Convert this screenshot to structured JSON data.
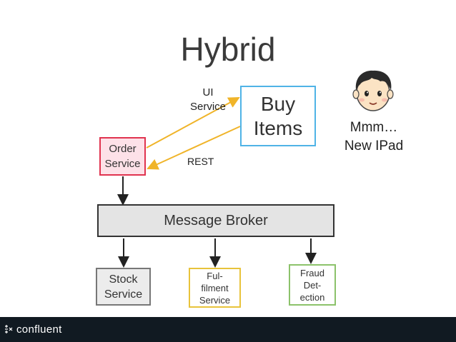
{
  "title": "Hybrid",
  "labels": {
    "ui_service": "UI\nService",
    "rest": "REST"
  },
  "nodes": {
    "buy_items": "Buy\nItems",
    "order_service": "Order\nService",
    "message_broker": "Message Broker",
    "stock_service": "Stock\nService",
    "fulfilment_service": "Ful-\nfilment\nService",
    "fraud_detection": "Fraud\nDet-\nection"
  },
  "user": {
    "icon": "boy-face-icon",
    "thought": "Mmm…\nNew IPad"
  },
  "footer": {
    "brand": "confluent",
    "icon": "confluent-logo-icon"
  },
  "colors": {
    "buy_border": "#4fb3e6",
    "order_border": "#e0334f",
    "order_fill": "#fde1e8",
    "broker_fill": "#e4e4e4",
    "stock_fill": "#ececec",
    "fulfil_border": "#e8c33b",
    "fraud_border": "#8cc26a",
    "arrow_yellow": "#f0b429",
    "footer_bg": "#111a22"
  }
}
